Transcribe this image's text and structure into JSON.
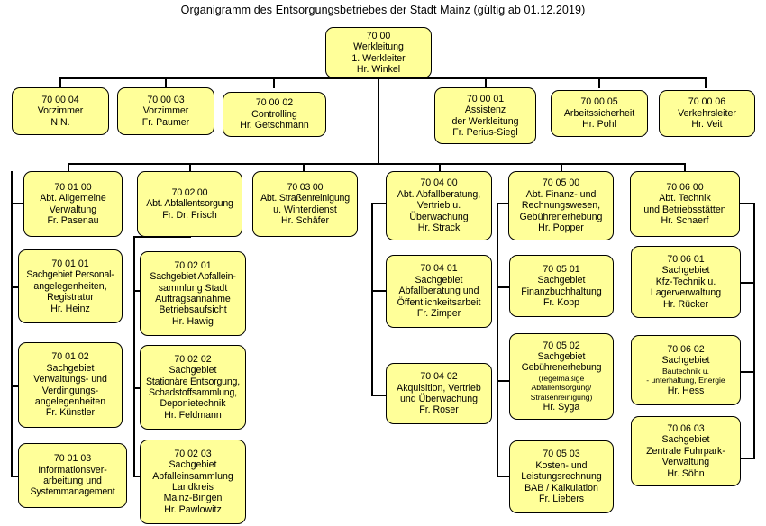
{
  "title": "Organigramm des Entsorgungsbetriebes der Stadt Mainz (gültig ab 01.12.2019)",
  "colors": {
    "box_fill": "#ffff99",
    "box_border": "#000000",
    "connector": "#000000",
    "text": "#000000"
  },
  "nodes": {
    "root": {
      "code": "70 00",
      "lines": [
        "Werkleitung",
        "1. Werkleiter",
        "Hr. Winkel"
      ]
    },
    "staff_70_00_04": {
      "code": "70 00 04",
      "lines": [
        "Vorzimmer",
        "N.N."
      ]
    },
    "staff_70_00_03": {
      "code": "70 00 03",
      "lines": [
        "Vorzimmer",
        "Fr. Paumer"
      ]
    },
    "staff_70_00_02": {
      "code": "70 00 02",
      "lines": [
        "Controlling",
        "Hr. Getschmann"
      ]
    },
    "staff_70_00_01": {
      "code": "70 00 01",
      "lines": [
        "Assistenz",
        "der Werkleitung",
        "Fr. Perius-Siegl"
      ]
    },
    "staff_70_00_05": {
      "code": "70 00 05",
      "lines": [
        "Arbeitssicherheit",
        "Hr. Pohl"
      ]
    },
    "staff_70_00_06": {
      "code": "70 00 06",
      "lines": [
        "Verkehrsleiter",
        "Hr. Veit"
      ]
    },
    "dept_70_01_00": {
      "code": "70 01 00",
      "lines": [
        "Abt. Allgemeine",
        "Verwaltung",
        "Fr. Pasenau"
      ]
    },
    "dept_70_02_00": {
      "code": "70 02 00",
      "lines": [
        "Abt. Abfallentsorgung",
        "Fr. Dr. Frisch"
      ]
    },
    "dept_70_03_00": {
      "code": "70 03 00",
      "lines": [
        "Abt. Straßenreinigung",
        "u. Winterdienst",
        "Hr. Schäfer"
      ]
    },
    "dept_70_04_00": {
      "code": "70 04 00",
      "lines": [
        "Abt. Abfallberatung,",
        "Vertrieb u.",
        "Überwachung",
        "Hr. Strack"
      ]
    },
    "dept_70_05_00": {
      "code": "70 05 00",
      "lines": [
        "Abt. Finanz- und",
        "Rechnungswesen,",
        "Gebührenerhebung",
        "Hr. Popper"
      ]
    },
    "dept_70_06_00": {
      "code": "70 06 00",
      "lines": [
        "Abt. Technik",
        "und Betriebsstätten",
        "Hr. Schaerf"
      ]
    },
    "unit_70_01_01": {
      "code": "70 01 01",
      "lines": [
        "Sachgebiet Personal-",
        "angelegenheiten,",
        "Registratur",
        "Hr. Heinz"
      ]
    },
    "unit_70_01_02": {
      "code": "70 01 02",
      "lines": [
        "Sachgebiet",
        "Verwaltungs- und",
        "Verdingungs-",
        "angelegenheiten",
        "Fr. Künstler"
      ]
    },
    "unit_70_01_03": {
      "code": "70 01 03",
      "lines": [
        "Informationsver-",
        "arbeitung und",
        "Systemmanagement"
      ]
    },
    "unit_70_02_01": {
      "code": "70 02 01",
      "lines": [
        "Sachgebiet Abfallein-",
        "sammlung Stadt",
        "Auftragsannahme",
        "Betriebsaufsicht",
        "Hr. Hawig"
      ]
    },
    "unit_70_02_02": {
      "code": "70 02 02",
      "lines": [
        "Sachgebiet",
        "Stationäre Entsorgung,",
        "Schadstoffsammlung,",
        "Deponietechnik",
        "Hr. Feldmann"
      ]
    },
    "unit_70_02_03": {
      "code": "70 02 03",
      "lines": [
        "Sachgebiet",
        "Abfalleinsammlung",
        "Landkreis",
        "Mainz-Bingen",
        "Hr. Pawlowitz"
      ]
    },
    "unit_70_04_01": {
      "code": "70 04 01",
      "lines": [
        "Sachgebiet",
        "Abfallberatung und",
        "Öffentlichkeitsarbeit",
        "Fr. Zimper"
      ]
    },
    "unit_70_04_02": {
      "code": "70 04 02",
      "lines": [
        "Akquisition, Vertrieb",
        "und Überwachung",
        "Fr. Roser"
      ]
    },
    "unit_70_05_01": {
      "code": "70 05 01",
      "lines": [
        "Sachgebiet",
        "Finanzbuchhaltung",
        "Fr. Kopp"
      ]
    },
    "unit_70_05_02": {
      "code": "70 05 02",
      "lines": [
        "Sachgebiet",
        "Gebührenerhebung",
        "(regelmäßige",
        "Abfallentsorgung/",
        "Straßenreinigung)",
        "Hr. Syga"
      ]
    },
    "unit_70_05_03": {
      "code": "70 05 03",
      "lines": [
        "Kosten- und",
        "Leistungsrechnung",
        "BAB / Kalkulation",
        "Fr. Liebers"
      ]
    },
    "unit_70_06_01": {
      "code": "70 06 01",
      "lines": [
        "Sachgebiet",
        "Kfz-Technik u.",
        "Lagerverwaltung",
        "Hr. Rücker"
      ]
    },
    "unit_70_06_02": {
      "code": "70 06 02",
      "lines": [
        "Sachgebiet",
        "Bautechnik u.",
        "- unterhaltung,  Energie",
        "Hr. Hess"
      ]
    },
    "unit_70_06_03": {
      "code": "70 06 03",
      "lines": [
        "Sachgebiet",
        "Zentrale Fuhrpark-",
        "Verwaltung",
        "Hr. Söhn"
      ]
    }
  }
}
